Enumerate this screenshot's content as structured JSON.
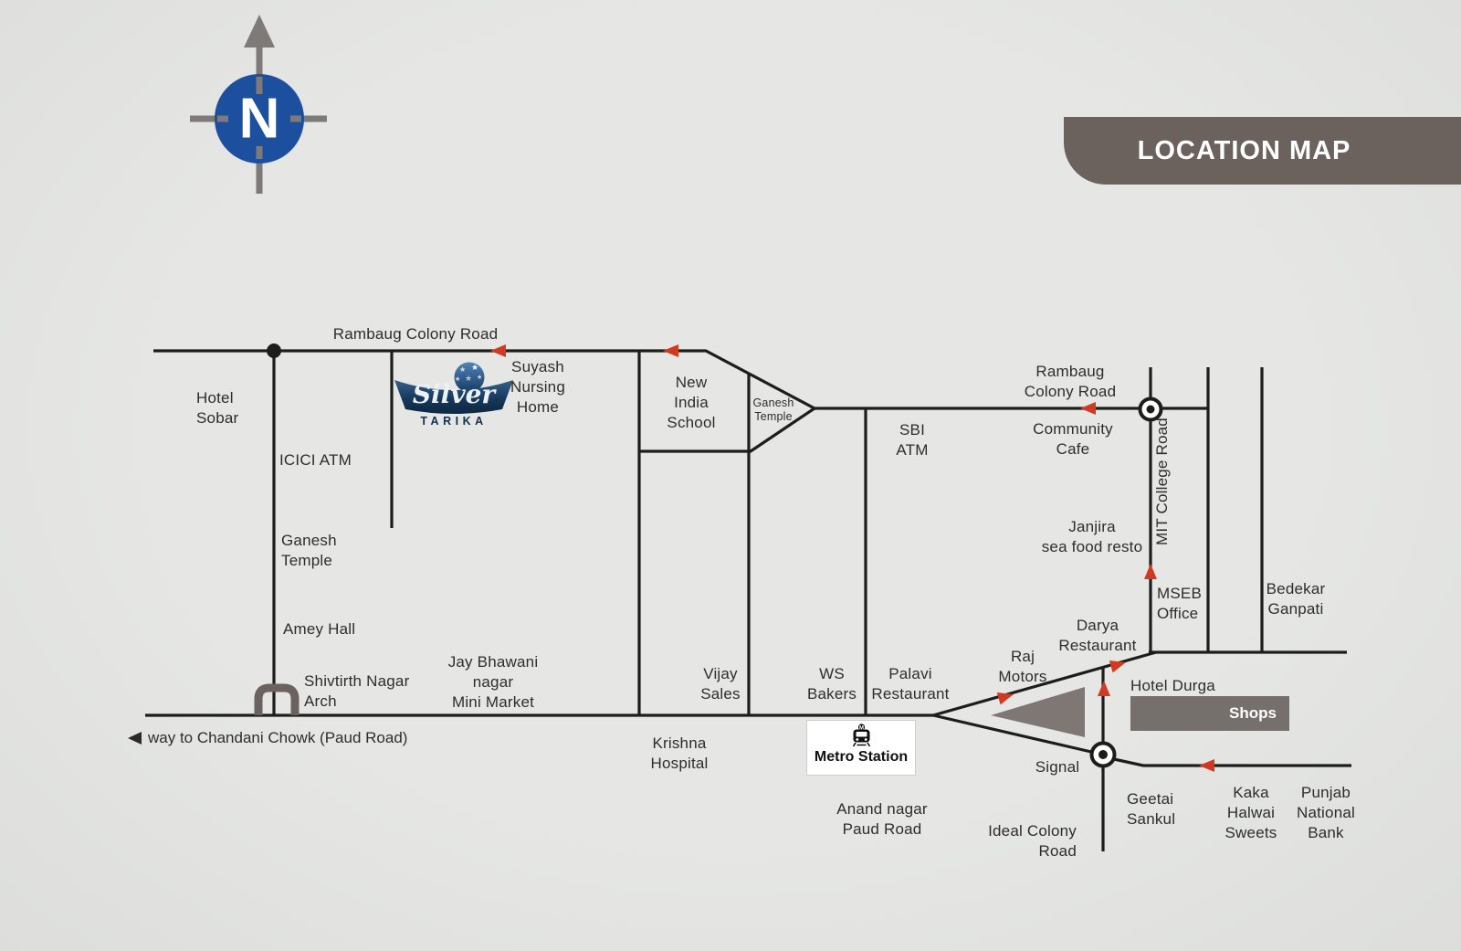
{
  "title": "LOCATION MAP",
  "compass": {
    "letter": "N"
  },
  "logo": {
    "primary": "Silver",
    "secondary": "TARIKA"
  },
  "colors": {
    "background": "#e3e4e2",
    "road": "#1d1d1b",
    "arrow_red": "#d13a22",
    "banner_dark": "#6b625e",
    "shops_fill": "#76706d",
    "triangle_fill": "#7e7774",
    "compass_blue": "#1c4f9e",
    "logo_navy": "#13314e"
  },
  "icons": {
    "compass-icon": "north compass rose with N",
    "metro-train-icon": "metro train front glyph",
    "arch-icon": "gateway arch over road",
    "direction-arrow-icon": "red route direction arrowhead",
    "road-dot-node": "black junction dot",
    "signal-node": "circled junction / traffic signal"
  },
  "labels": {
    "rambaug_top": "Rambaug Colony Road",
    "hotel_sobar": "Hotel\nSobar",
    "icici_atm": "ICICI ATM",
    "ganesh_temple_left": "Ganesh\nTemple",
    "amey_hall": "Amey Hall",
    "shivtirth_arch": "Shivtirth Nagar\nArch",
    "way_to": "way to Chandani Chowk (Paud Road)",
    "suyash": "Suyash\nNursing\nHome",
    "new_india_school": "New\nIndia\nSchool",
    "ganesh_temple_small": "Ganesh\nTemple",
    "sbi_atm": "SBI\nATM",
    "jay_bhawani": "Jay Bhawani\nnagar\nMini Market",
    "vijay_sales": "Vijay\nSales",
    "ws_bakers": "WS\nBakers",
    "palavi_restaurant": "Palavi\nRestaurant",
    "krishna_hospital": "Krishna\nHospital",
    "metro_station": "Metro Station",
    "anand_nagar": "Anand nagar\nPaud Road",
    "rambaug_right": "Rambaug\nColony Road",
    "community_cafe": "Community\nCafe",
    "mit_college_road": "MIT College Road",
    "janjira": "Janjira\nsea food resto",
    "mseb_office": "MSEB\nOffice",
    "bedekar_ganpati": "Bedekar\nGanpati",
    "darya_restaurant": "Darya\nRestaurant",
    "raj_motors": "Raj\nMotors",
    "hotel_durga": "Hotel Durga",
    "shops": "Shops",
    "signal": "Signal",
    "geetai_sankul": "Geetai\nSankul",
    "kaka_halwai": "Kaka\nHalwai\nSweets",
    "punjab_bank": "Punjab\nNational\nBank",
    "ideal_colony": "Ideal Colony\nRoad"
  }
}
